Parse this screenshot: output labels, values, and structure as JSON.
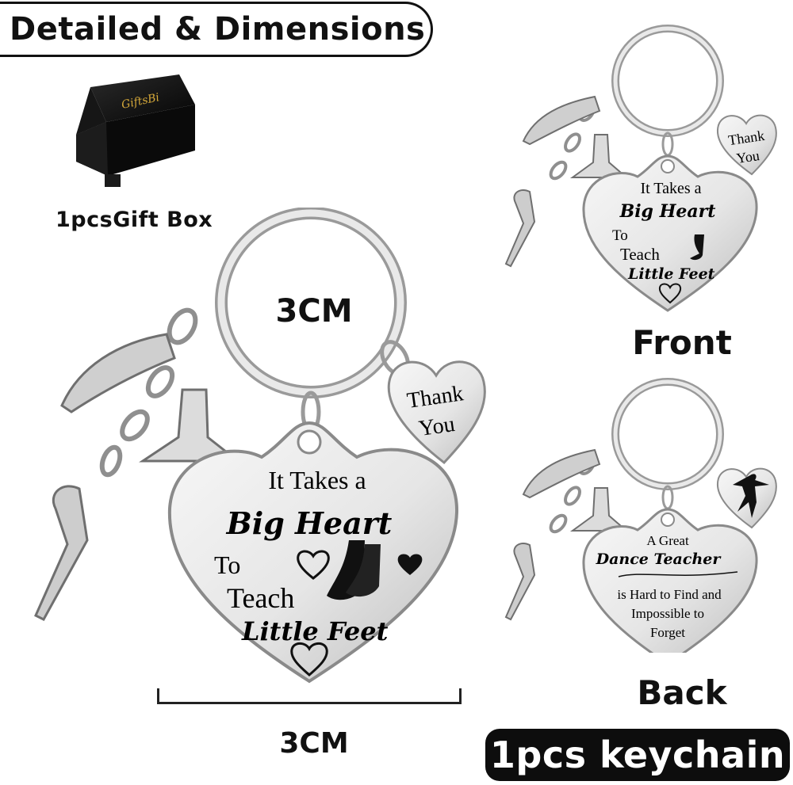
{
  "header": {
    "title": "Detailed & Dimensions"
  },
  "gift_box": {
    "brand": "GiftsBi",
    "label": "1pcsGift Box"
  },
  "dimensions": {
    "ring_diameter": "3CM",
    "pendant_width": "3CM"
  },
  "front_pendant": {
    "line1": "It Takes a",
    "line2": "Big Heart",
    "line3": "To",
    "line4": "Teach",
    "line5": "Little Feet"
  },
  "small_charm": {
    "line1": "Thank",
    "line2": "You"
  },
  "back_pendant": {
    "line1": "A Great",
    "line2": "Dance Teacher",
    "line3": "is Hard to Find and",
    "line4": "Impossible to",
    "line5": "Forget"
  },
  "view_labels": {
    "front": "Front",
    "back": "Back"
  },
  "product_badge": {
    "text": "1pcs keychain"
  },
  "colors": {
    "metal": "#d9d9d9",
    "metal_edge": "#8a8a8a",
    "badge_bg": "#0d0d0d",
    "box": "#111111",
    "brand_gold": "#d6a93a"
  }
}
